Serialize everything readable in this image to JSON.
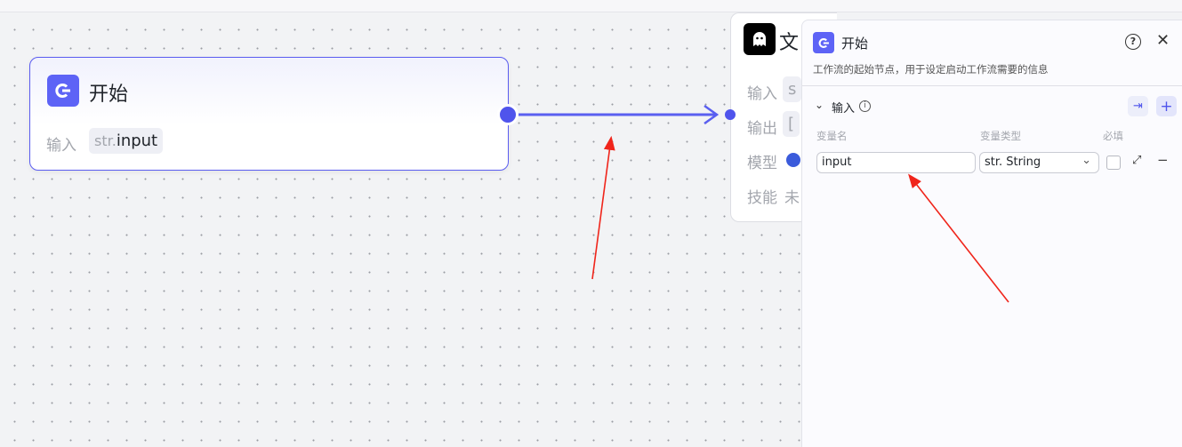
{
  "start_node": {
    "title": "开始",
    "input_label": "输入",
    "tag_prefix": "str.",
    "tag_name": "input"
  },
  "next_node": {
    "title": "文",
    "rows": [
      {
        "label": "输入",
        "value": "s"
      },
      {
        "label": "输出",
        "value": "["
      },
      {
        "label": "模型",
        "value": ""
      },
      {
        "label": "技能",
        "value": "未"
      }
    ]
  },
  "panel": {
    "title": "开始",
    "description": "工作流的起始节点，用于设定启动工作流需要的信息",
    "section_title": "输入",
    "columns": [
      "变量名",
      "变量类型",
      "必填"
    ],
    "variable": {
      "name": "input",
      "type": "str. String",
      "required": false
    }
  },
  "colors": {
    "accent": "#4f54ec",
    "annotation": "#f0251b"
  }
}
